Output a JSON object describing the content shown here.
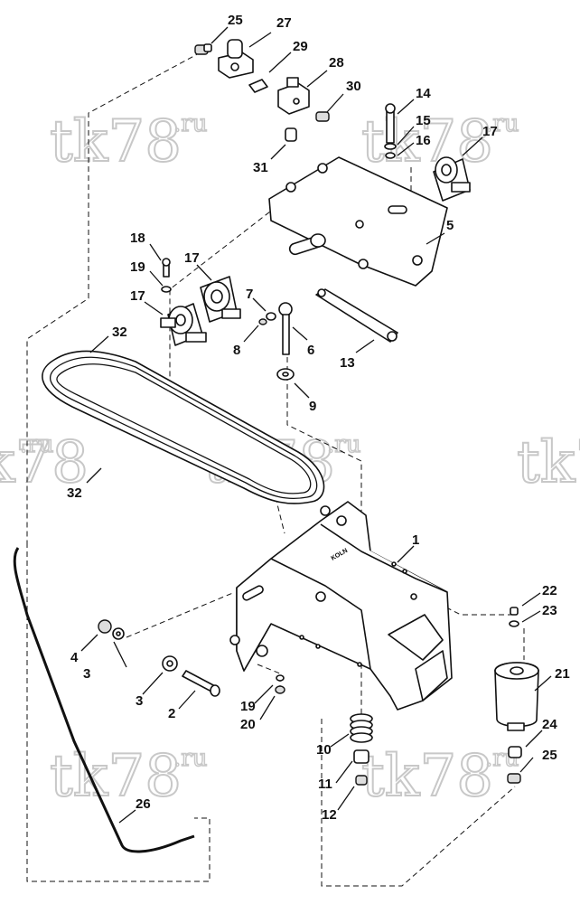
{
  "watermark": {
    "main": "tk78",
    "suffix": ".ru"
  },
  "callouts": [
    {
      "id": "c25a",
      "text": "25"
    },
    {
      "id": "c27",
      "text": "27"
    },
    {
      "id": "c29",
      "text": "29"
    },
    {
      "id": "c28",
      "text": "28"
    },
    {
      "id": "c30",
      "text": "30"
    },
    {
      "id": "c31",
      "text": "31"
    },
    {
      "id": "c14",
      "text": "14"
    },
    {
      "id": "c15",
      "text": "15"
    },
    {
      "id": "c16",
      "text": "16"
    },
    {
      "id": "c17a",
      "text": "17"
    },
    {
      "id": "c5",
      "text": "5"
    },
    {
      "id": "c18",
      "text": "18"
    },
    {
      "id": "c17b",
      "text": "17"
    },
    {
      "id": "c19a",
      "text": "19"
    },
    {
      "id": "c17c",
      "text": "17"
    },
    {
      "id": "c7",
      "text": "7"
    },
    {
      "id": "c8",
      "text": "8"
    },
    {
      "id": "c6",
      "text": "6"
    },
    {
      "id": "c13",
      "text": "13"
    },
    {
      "id": "c9",
      "text": "9"
    },
    {
      "id": "c32a",
      "text": "32"
    },
    {
      "id": "c32b",
      "text": "32"
    },
    {
      "id": "c1",
      "text": "1"
    },
    {
      "id": "c22",
      "text": "22"
    },
    {
      "id": "c23",
      "text": "23"
    },
    {
      "id": "c4",
      "text": "4"
    },
    {
      "id": "c3a",
      "text": "3"
    },
    {
      "id": "c3b",
      "text": "3"
    },
    {
      "id": "c2",
      "text": "2"
    },
    {
      "id": "c19b",
      "text": "19"
    },
    {
      "id": "c20",
      "text": "20"
    },
    {
      "id": "c21",
      "text": "21"
    },
    {
      "id": "c10",
      "text": "10"
    },
    {
      "id": "c24",
      "text": "24"
    },
    {
      "id": "c25b",
      "text": "25"
    },
    {
      "id": "c11",
      "text": "11"
    },
    {
      "id": "c12",
      "text": "12"
    },
    {
      "id": "c26",
      "text": "26"
    }
  ],
  "frame_brand": "KOLN"
}
